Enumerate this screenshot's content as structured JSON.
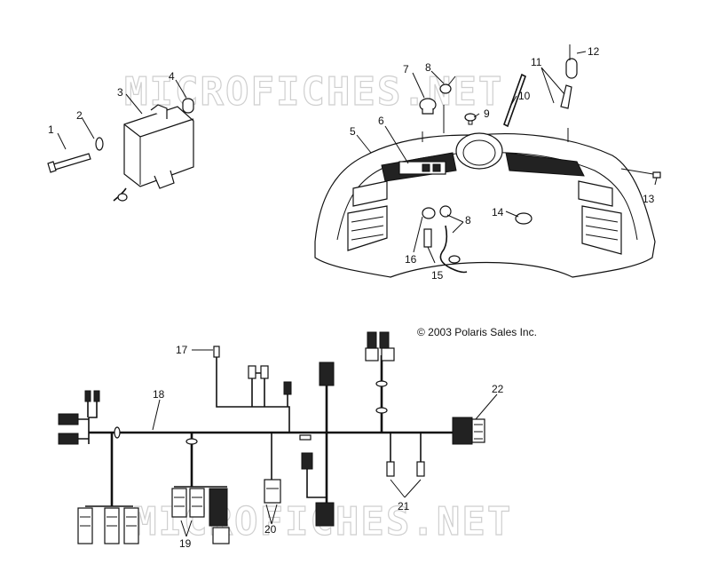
{
  "watermark": "MICROFICHES.NET",
  "copyright": "© 2003 Polaris Sales Inc.",
  "callouts": {
    "c1": "1",
    "c2": "2",
    "c3": "3",
    "c4": "4",
    "c5": "5",
    "c6": "6",
    "c7": "7",
    "c8a": "8",
    "c8b": "8",
    "c9": "9",
    "c10": "10",
    "c11": "11",
    "c12": "12",
    "c13": "13",
    "c14": "14",
    "c15": "15",
    "c16": "16",
    "c17": "17",
    "c18": "18",
    "c19": "19",
    "c20": "20",
    "c21": "21",
    "c22": "22"
  }
}
